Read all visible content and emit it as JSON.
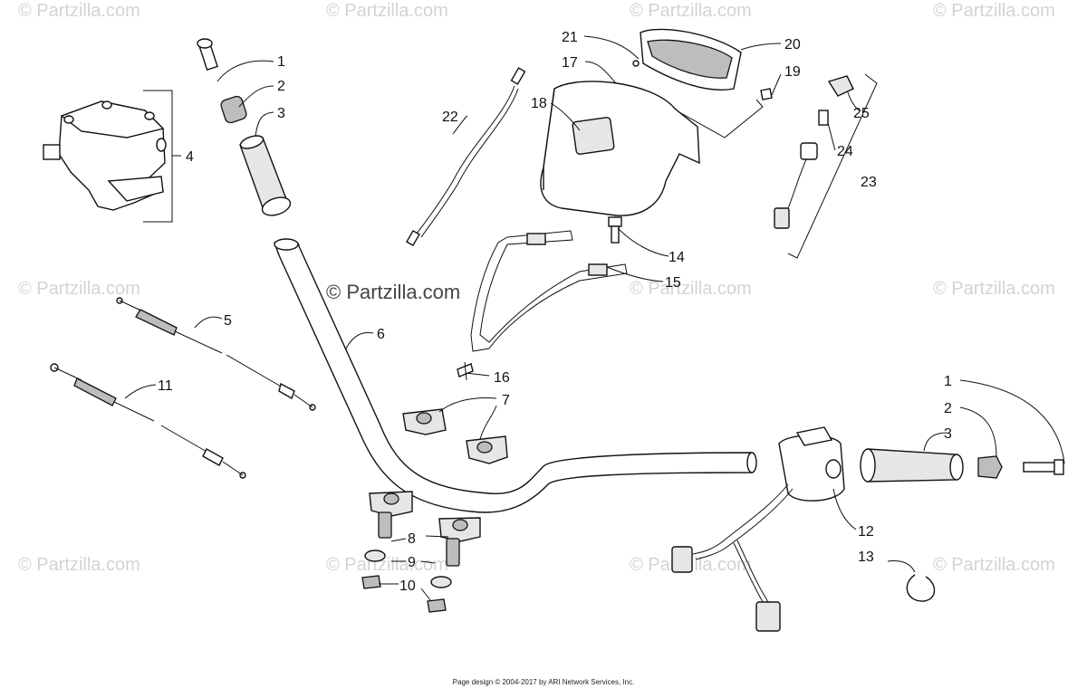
{
  "watermark": {
    "text": "© Partzilla.com"
  },
  "center_watermark": "© Partzilla.com",
  "footer": "Page design © 2004-2017 by ARI Network Services, Inc.",
  "callouts": {
    "c1a": "1",
    "c2a": "2",
    "c3a": "3",
    "c4": "4",
    "c5": "5",
    "c6": "6",
    "c7": "7",
    "c8": "8",
    "c9": "9",
    "c10": "10",
    "c11": "11",
    "c1b": "1",
    "c2b": "2",
    "c3b": "3",
    "c12": "12",
    "c13": "13",
    "c14": "14",
    "c15": "15",
    "c16": "16",
    "c17": "17",
    "c18": "18",
    "c19": "19",
    "c20": "20",
    "c21": "21",
    "c22": "22",
    "c23": "23",
    "c24": "24",
    "c25": "25"
  }
}
